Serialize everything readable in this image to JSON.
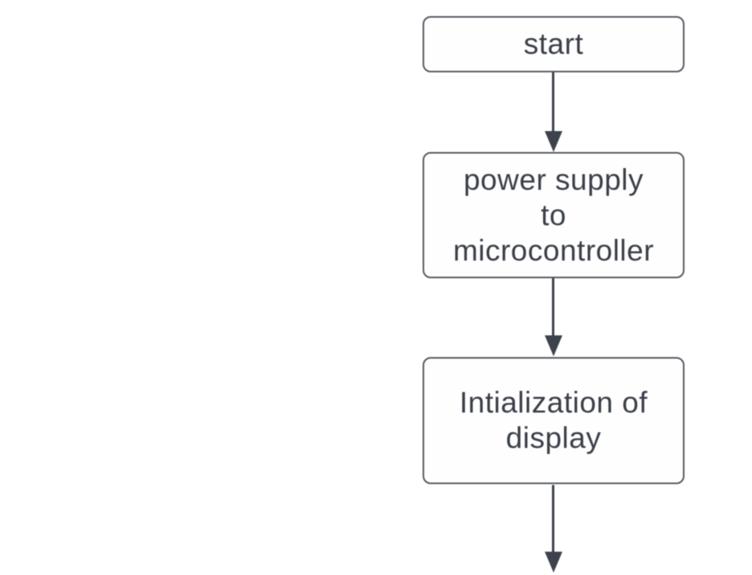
{
  "diagram": {
    "type": "flowchart",
    "colors": {
      "background": "#ffffff",
      "node_fill": "#fefefe",
      "border": "#565b64",
      "text": "#3a3f48",
      "arrow": "#3d424c"
    },
    "nodes": [
      {
        "id": "start",
        "shape": "rounded-rectangle",
        "label": "start"
      },
      {
        "id": "power-supply",
        "shape": "rounded-rectangle",
        "label": "power supply\nto\nmicrocontroller"
      },
      {
        "id": "init-display",
        "shape": "rounded-rectangle",
        "label": "Intialization of\ndisplay"
      }
    ],
    "edges": [
      {
        "from": "start",
        "to": "power-supply",
        "direction": "down"
      },
      {
        "from": "power-supply",
        "to": "init-display",
        "direction": "down"
      },
      {
        "from": "init-display",
        "to": "off-screen-bottom",
        "direction": "down"
      }
    ]
  }
}
